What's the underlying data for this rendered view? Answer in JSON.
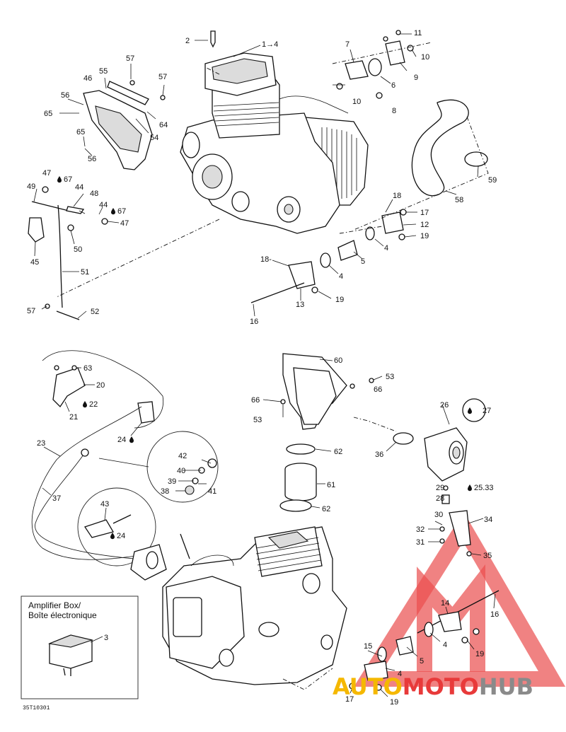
{
  "callouts": {
    "c2": "2",
    "c1to4": "1→4",
    "c7": "7",
    "c11": "11",
    "c10a": "10",
    "c9": "9",
    "c6": "6",
    "c10b": "10",
    "c8": "8",
    "c57a": "57",
    "c55": "55",
    "c46": "46",
    "c57b": "57",
    "c56a": "56",
    "c65a": "65",
    "c64": "64",
    "c54": "54",
    "c65b": "65",
    "c56b": "56",
    "c59": "59",
    "c58": "58",
    "c47a": "47",
    "c67a": "67",
    "c49": "49",
    "c44a": "44",
    "c48": "48",
    "c44b": "44",
    "c67b": "67",
    "c47b": "47",
    "c45": "45",
    "c50": "50",
    "c51": "51",
    "c57c": "57",
    "c52": "52",
    "c18a": "18",
    "c17a": "17",
    "c12": "12",
    "c19a": "19",
    "c4a": "4",
    "c18b": "18-",
    "c5a": "5",
    "c4b": "4",
    "c13": "13",
    "c19b": "19",
    "c16a": "16",
    "c60": "60",
    "c53a": "53",
    "c66a": "66",
    "c66b": "66",
    "c53b": "53",
    "c62a": "62",
    "c61": "61",
    "c62b": "62",
    "c63": "63",
    "c20": "20",
    "c22": "22",
    "c21": "21",
    "c24a": "24",
    "c23": "23",
    "c37": "37",
    "c42": "42",
    "c40": "40",
    "c39": "39",
    "c41": "41",
    "c38": "38",
    "c43": "43",
    "c24b": "24",
    "c26": "26",
    "c27": "27",
    "c36": "36",
    "c29": "29",
    "c2533": "25.33",
    "c28": "28",
    "c30": "30",
    "c34": "34",
    "c32": "32",
    "c31": "31",
    "c35": "35",
    "c14": "14",
    "c16b": "16",
    "c15": "15",
    "c5b": "5",
    "c4c": "4",
    "c19c": "19",
    "c4d": "4",
    "c17b": "17",
    "c19d": "19",
    "c3": "3"
  },
  "amplifier_box": {
    "line1": "Amplifier Box/",
    "line2": "Boîte électronique"
  },
  "drawing_code": "35T10301",
  "watermark": {
    "part1": "AUTO",
    "part2": "MOTO",
    "part3": "HUB"
  },
  "colors": {
    "watermark_red": "#e83a3a",
    "watermark_yellow": "#f5b800",
    "watermark_gray": "#8a8a8a",
    "ink": "#111111"
  },
  "icons": [
    "sealant-drop-icon"
  ]
}
